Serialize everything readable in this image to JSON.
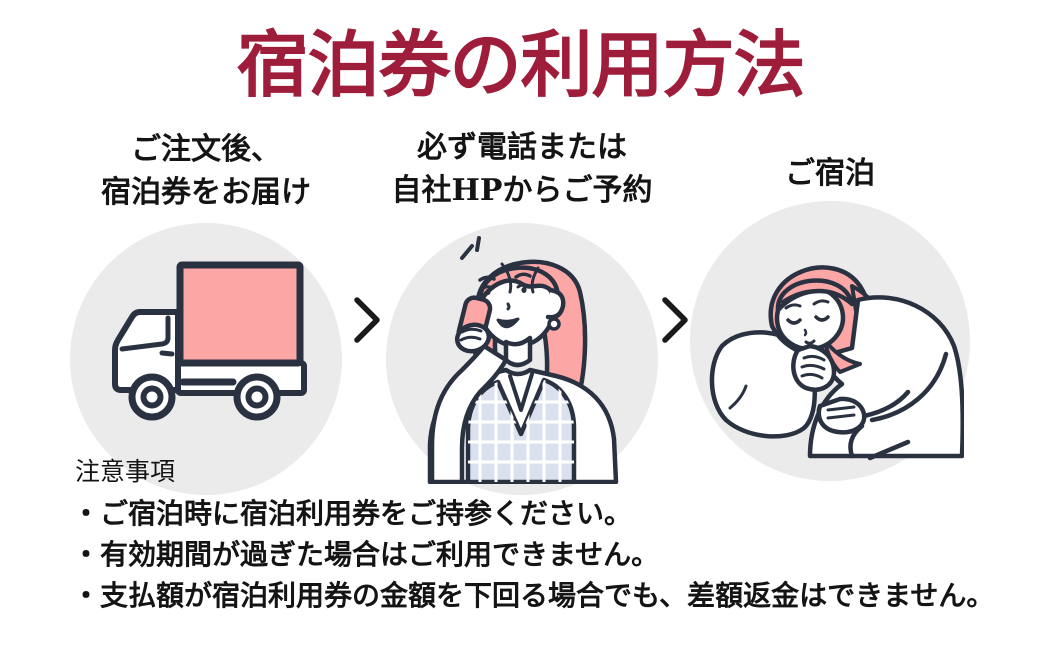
{
  "title": "宿泊券の利用方法",
  "steps": [
    {
      "label_lines": [
        "ご注文後、",
        "宿泊券をお届け"
      ],
      "illustration": "delivery-truck"
    },
    {
      "label_lines": [
        "必ず電話または",
        "自社HPからご予約"
      ],
      "illustration": "woman-phone-call"
    },
    {
      "label_lines": [
        "ご宿泊"
      ],
      "illustration": "woman-sleeping"
    }
  ],
  "separator_icon": "chevron-right",
  "notes": {
    "heading": "注意事項",
    "items": [
      "・ご宿泊時に宿泊利用券をご持参ください。",
      "・有効期間が過ぎた場合はご利用できません。",
      "・支払額が宿泊利用券の金額を下回る場合でも、差額返金はできません。"
    ]
  },
  "colors": {
    "title_red": "#9E1D3B",
    "accent_pink": "#FCA6A6",
    "outline_navy": "#2A3242",
    "circle_gray": "#EBEBEB",
    "plaid_lavender": "#DBE0EF",
    "text_black": "#141414"
  }
}
